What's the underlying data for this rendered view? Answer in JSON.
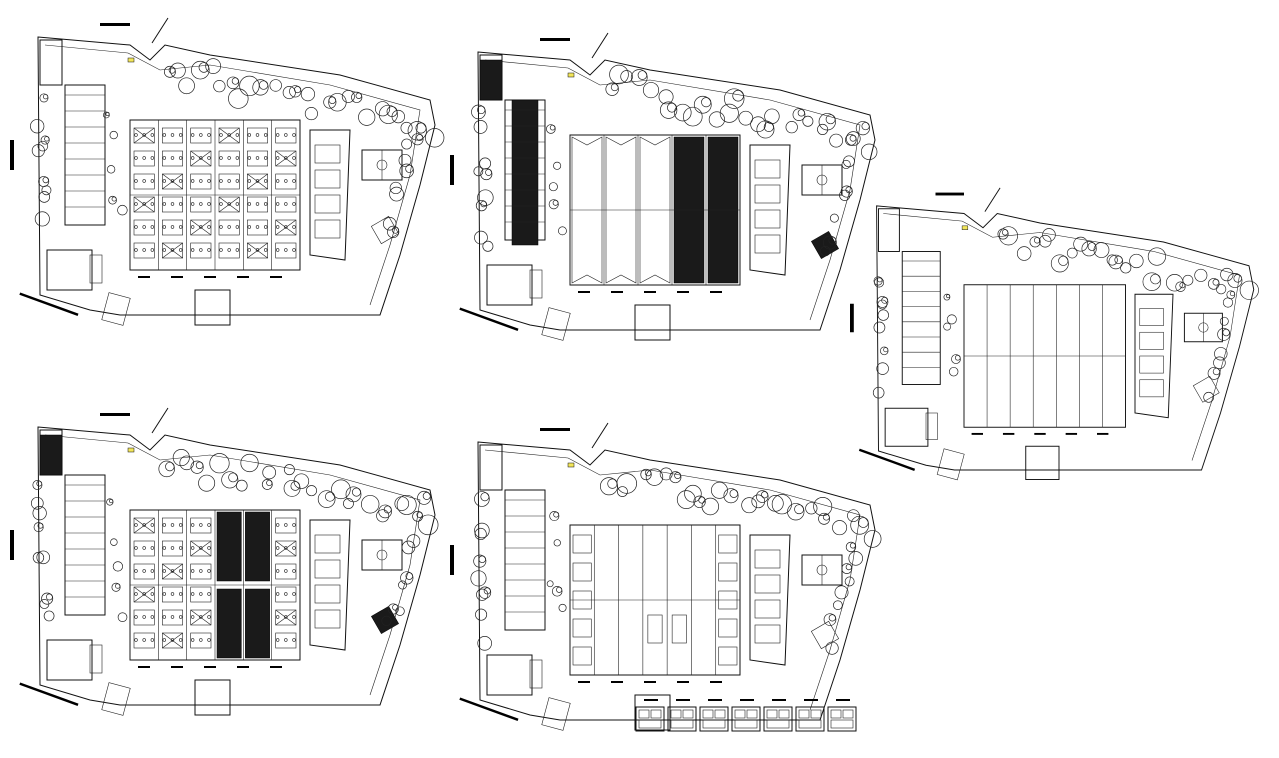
{
  "drawing": {
    "type": "architectural site plan set",
    "sheet_count": 5,
    "colors": {
      "background": "#ffffff",
      "linework": "#111111",
      "highlight": "#f2e65a"
    },
    "plans": [
      {
        "name": "plan-1",
        "variant": "detailed-ground-floor",
        "rows_of_rooms": 6
      },
      {
        "name": "plan-2",
        "variant": "roof-hatched",
        "rows_of_rooms": 5
      },
      {
        "name": "plan-3",
        "variant": "roof-outline",
        "rows_of_rooms": 7
      },
      {
        "name": "plan-4",
        "variant": "partial-roof",
        "rows_of_rooms": 6
      },
      {
        "name": "plan-5",
        "variant": "upper-floor-outline",
        "rows_of_rooms": 7
      }
    ],
    "detail_tiles": 7
  }
}
